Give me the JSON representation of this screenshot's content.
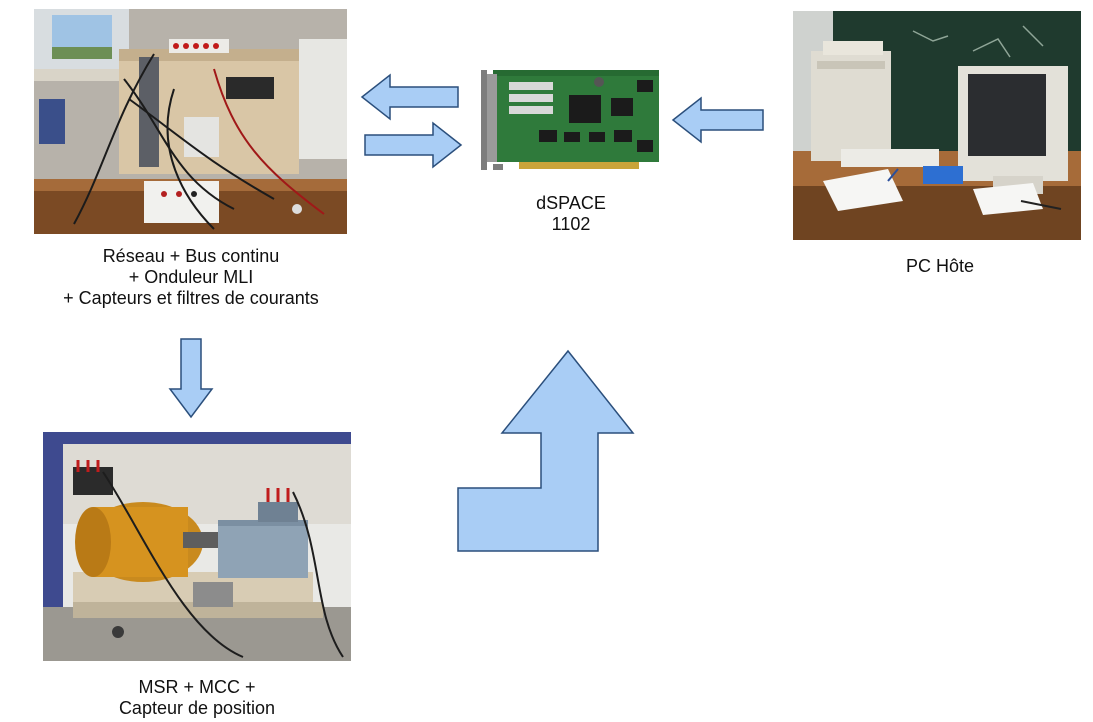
{
  "nodes": {
    "power_bench": {
      "photo_icon": "lab-bench-photo",
      "caption_lines": [
        "Réseau + Bus continu",
        "+ Onduleur MLI",
        "+ Capteurs et filtres de courants"
      ]
    },
    "dspace_card": {
      "photo_icon": "dspace-board-photo",
      "caption_lines": [
        "dSPACE",
        "1102"
      ]
    },
    "host_pc": {
      "photo_icon": "host-pc-photo",
      "caption_lines": [
        "PC Hôte"
      ]
    },
    "machines": {
      "photo_icon": "motor-bench-photo",
      "caption_lines": [
        "MSR + MCC +",
        "Capteur de position"
      ]
    }
  },
  "arrows": [
    {
      "name": "dspace-to-bench",
      "direction": "left"
    },
    {
      "name": "bench-to-dspace",
      "direction": "right"
    },
    {
      "name": "pc-to-dspace",
      "direction": "left"
    },
    {
      "name": "bench-to-machines",
      "direction": "down"
    },
    {
      "name": "machines-to-dspace",
      "direction": "bent-up"
    }
  ],
  "colors": {
    "arrow_fill": "#a9cdf5",
    "arrow_stroke": "#2b4f7c",
    "caption_text": "#111111"
  }
}
